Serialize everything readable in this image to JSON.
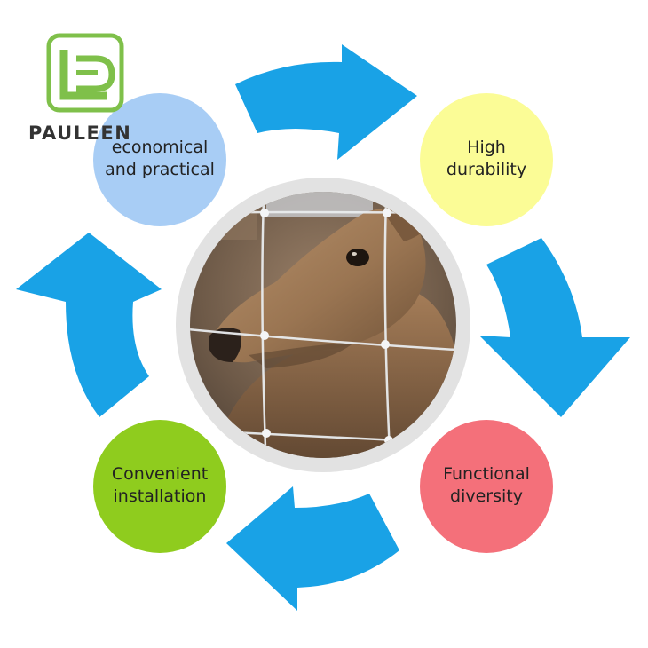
{
  "brand": {
    "logo_icon": "pl-monogram-logo",
    "name": "PAULEEN",
    "logo_color": "#7fc04a"
  },
  "center_image": {
    "subject": "deer-behind-wire-fence"
  },
  "features": [
    {
      "key": "economical",
      "lines": [
        "economical",
        "and practical"
      ],
      "color": "#a8cdf5"
    },
    {
      "key": "durability",
      "lines": [
        "High",
        "durability"
      ],
      "color": "#fbfc96"
    },
    {
      "key": "functional",
      "lines": [
        "Functional",
        "diversity"
      ],
      "color": "#f4707a"
    },
    {
      "key": "installation",
      "lines": [
        "Convenient",
        "installation"
      ],
      "color": "#8fcc1e"
    }
  ],
  "arrow_color": "#19a2e6"
}
